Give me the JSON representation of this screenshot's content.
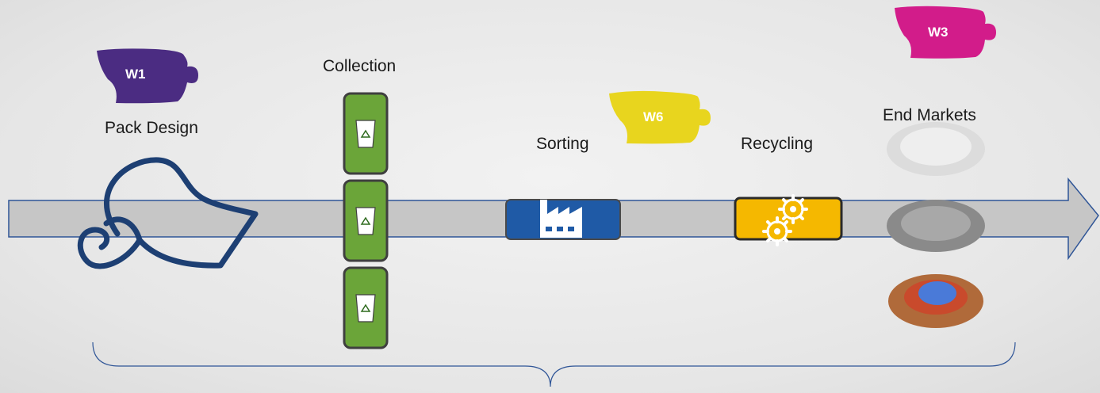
{
  "stages": {
    "pack_design": "Pack Design",
    "collection": "Collection",
    "sorting": "Sorting",
    "recycling": "Recycling",
    "end_markets": "End Markets"
  },
  "workstreams": [
    {
      "label": "W1",
      "color": "#4b2c82"
    },
    {
      "label": "W6",
      "color": "#e8d51e"
    },
    {
      "label": "W3",
      "color": "#d21c8a"
    }
  ],
  "colors": {
    "arrow_fill": "#c6c6c6",
    "arrow_stroke": "#2f5597",
    "bin_fill": "#6ba539",
    "factory_fill": "#1f5aa6",
    "recycling_fill": "#f5b800",
    "pack_outline": "#1d3f73"
  },
  "icons": {
    "collection_bins": [
      "recycle-bin-icon",
      "recycle-bin-icon",
      "recycle-bin-icon"
    ],
    "sorting": "factory-icon",
    "recycling": "gears-icon",
    "end_markets": [
      "white-pellets-icon",
      "grey-pellets-icon",
      "mixed-pellets-icon"
    ],
    "pack_design": "film-roll-icon"
  }
}
